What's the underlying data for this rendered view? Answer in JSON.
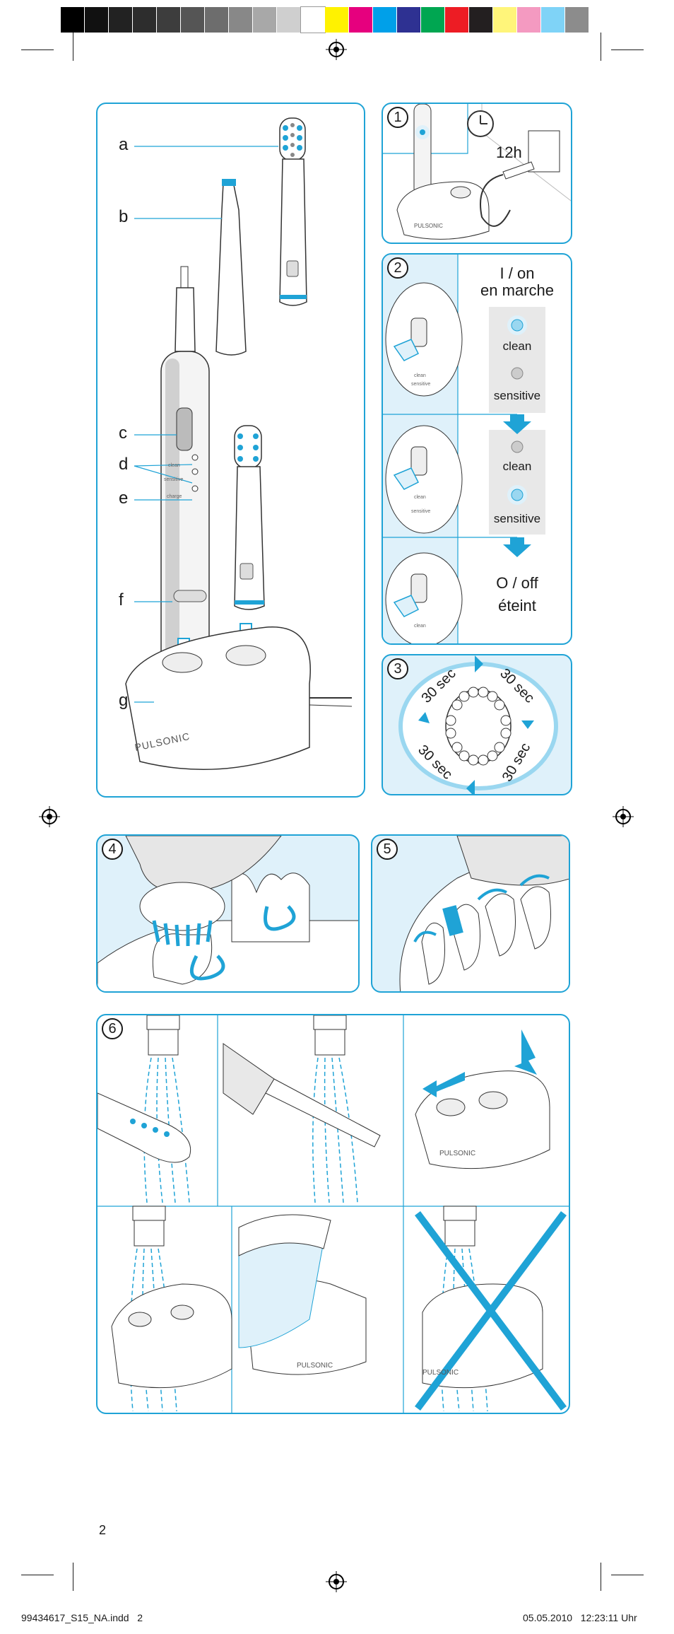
{
  "colors": {
    "accent": "#1fa3d6",
    "light_blue": "#dff1fa",
    "swatches": [
      "#000000",
      "#111111",
      "#222222",
      "#2d2d2d",
      "#3d3d3d",
      "#555555",
      "#6d6d6d",
      "#888888",
      "#a8a8a8",
      "#cfcfcf",
      "#ffffff",
      "#fff200",
      "#e6007e",
      "#00a0e9",
      "#2e3192",
      "#00a651",
      "#ed1c24",
      "#231f20",
      "#fff57a",
      "#f49ac1",
      "#7fd3f7",
      "#8c8c8c"
    ]
  },
  "main": {
    "labels": {
      "a": "a",
      "b": "b",
      "c": "c",
      "d": "d",
      "e": "e",
      "f": "f",
      "g": "g"
    },
    "handle_buttons": [
      "clean",
      "sensitive",
      "charge"
    ],
    "brand": "PULSONIC"
  },
  "step1": {
    "number": "1",
    "time": "12h",
    "brand": "PULSONIC"
  },
  "step2": {
    "number": "2",
    "on_label": "I / on",
    "on_label_fr": "en marche",
    "mode_clean": "clean",
    "mode_sensitive": "sensitive",
    "off_label": "O / off",
    "off_label_fr": "éteint",
    "mini_labels": [
      "clean",
      "sensitive"
    ]
  },
  "step3": {
    "number": "3",
    "quadrant": "30 sec"
  },
  "step4": {
    "number": "4"
  },
  "step5": {
    "number": "5"
  },
  "step6": {
    "number": "6",
    "brand": "PULSONIC"
  },
  "page_number": "2",
  "footer": {
    "left": "99434617_S15_NA.indd   2",
    "right": "05.05.2010   12:23:11 Uhr"
  }
}
